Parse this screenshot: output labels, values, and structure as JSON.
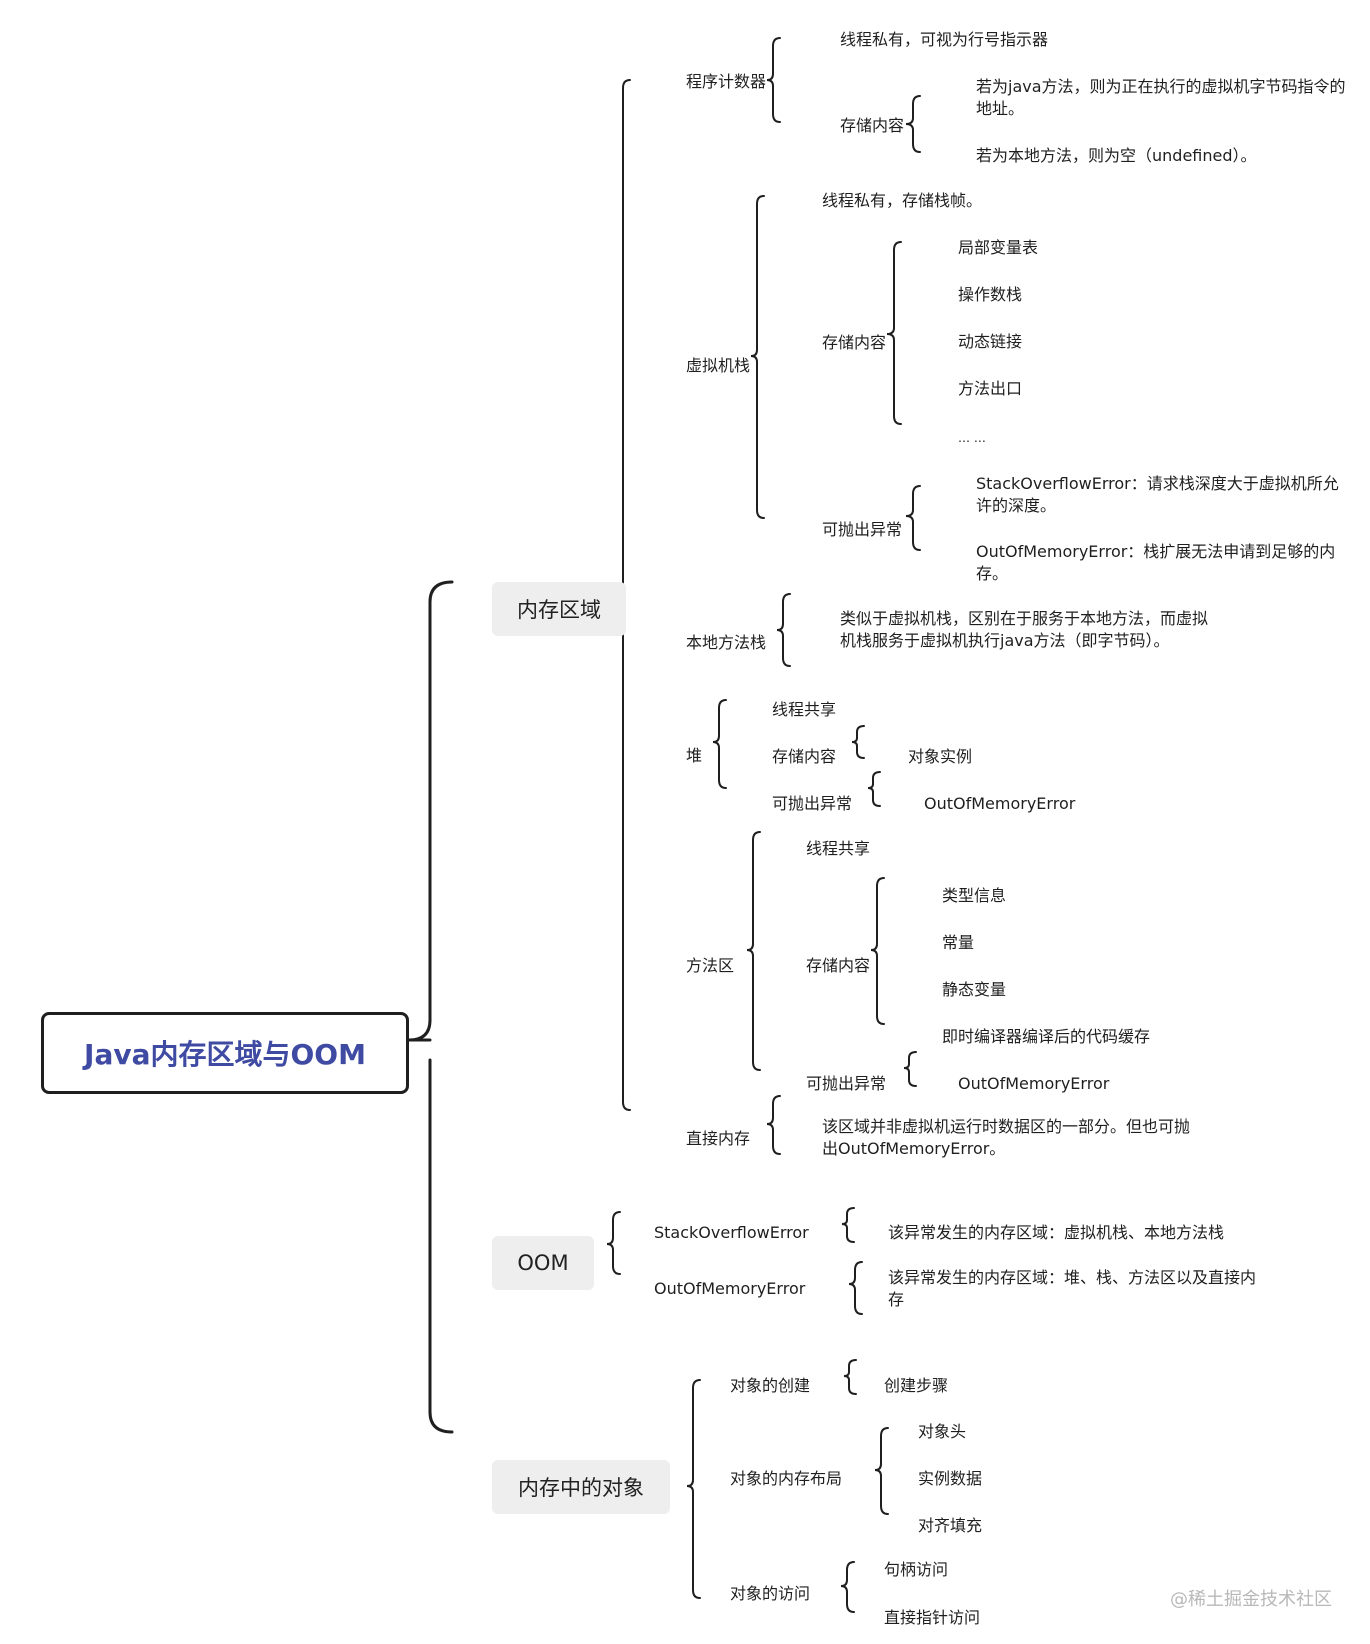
{
  "root": "Java内存区域与OOM",
  "topics": {
    "memory": "内存区域",
    "oom": "OOM",
    "objects": "内存中的对象"
  },
  "pc": {
    "label": "程序计数器",
    "private": "线程私有，可视为行号指示器",
    "storage": "存储内容",
    "java_method": "若为java方法，则为正在执行的虚拟机字节码指令的地址。",
    "native_method": "若为本地方法，则为空（undefined）。"
  },
  "vm_stack": {
    "label": "虚拟机栈",
    "private": "线程私有，存储栈帧。",
    "storage": "存储内容",
    "items": [
      "局部变量表",
      "操作数栈",
      "动态链接",
      "方法出口",
      "… …"
    ],
    "exceptions": "可抛出异常",
    "soe": "StackOverflowError：请求栈深度大于虚拟机所允许的深度。",
    "oome": "OutOfMemoryError：栈扩展无法申请到足够的内存。"
  },
  "native_stack": {
    "label": "本地方法栈",
    "desc": "类似于虚拟机栈，区别在于服务于本地方法，而虚拟机栈服务于虚拟机执行java方法（即字节码）。"
  },
  "heap": {
    "label": "堆",
    "shared": "线程共享",
    "storage": "存储内容",
    "objects": "对象实例",
    "exceptions": "可抛出异常",
    "oome": "OutOfMemoryError"
  },
  "method_area": {
    "label": "方法区",
    "shared": "线程共享",
    "storage": "存储内容",
    "items": [
      "类型信息",
      "常量",
      "静态变量",
      "即时编译器编译后的代码缓存"
    ],
    "exceptions": "可抛出异常",
    "oome": "OutOfMemoryError"
  },
  "direct": {
    "label": "直接内存",
    "desc": "该区域并非虚拟机运行时数据区的一部分。但也可抛出OutOfMemoryError。"
  },
  "oom": {
    "soe": "StackOverflowError",
    "soe_desc": "该异常发生的内存区域：虚拟机栈、本地方法栈",
    "oome": "OutOfMemoryError",
    "oome_desc": "该异常发生的内存区域：堆、栈、方法区以及直接内存"
  },
  "objects": {
    "creation": "对象的创建",
    "creation_steps": "创建步骤",
    "layout": "对象的内存布局",
    "layout_items": [
      "对象头",
      "实例数据",
      "对齐填充"
    ],
    "access": "对象的访问",
    "access_items": [
      "句柄访问",
      "直接指针访问"
    ]
  },
  "watermark": "@稀土掘金技术社区"
}
